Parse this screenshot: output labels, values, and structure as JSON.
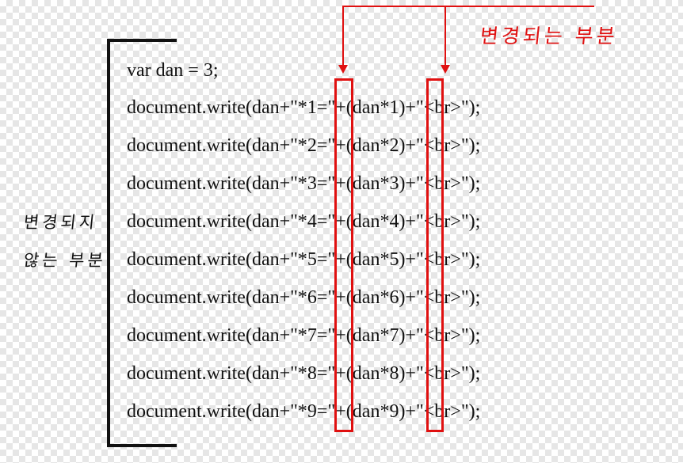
{
  "colors": {
    "highlight": "#e01010",
    "text": "#111111",
    "bracket": "#111111"
  },
  "code": {
    "lines": [
      "var dan = 3;",
      "document.write(dan+\"*1=\"+(dan*1)+\"<br>\");",
      "document.write(dan+\"*2=\"+(dan*2)+\"<br>\");",
      "document.write(dan+\"*3=\"+(dan*3)+\"<br>\");",
      "document.write(dan+\"*4=\"+(dan*4)+\"<br>\");",
      "document.write(dan+\"*5=\"+(dan*5)+\"<br>\");",
      "document.write(dan+\"*6=\"+(dan*6)+\"<br>\");",
      "document.write(dan+\"*7=\"+(dan*7)+\"<br>\");",
      "document.write(dan+\"*8=\"+(dan*8)+\"<br>\");",
      "document.write(dan+\"*9=\"+(dan*9)+\"<br>\");"
    ]
  },
  "annotations": {
    "changed_label": "변경되는 부분",
    "unchanged_label_line1": "변경되지",
    "unchanged_label_line2": "않는 부분"
  }
}
